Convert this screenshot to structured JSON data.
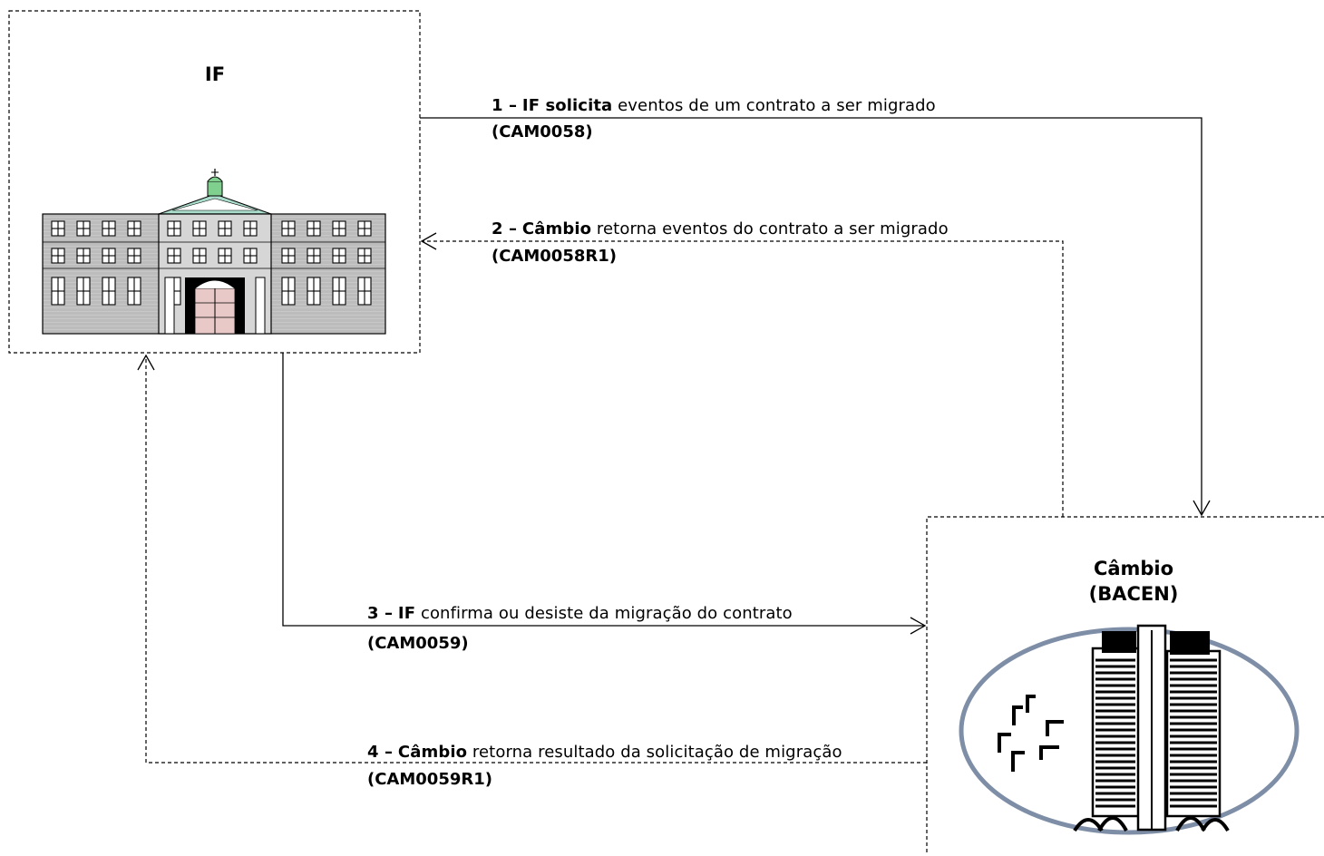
{
  "if_box": {
    "title": "IF",
    "icon": "bank-building-icon"
  },
  "cambio_box": {
    "title_line1": "Câmbio",
    "title_line2": "(BACEN)",
    "icon": "central-bank-tower-icon"
  },
  "messages": [
    {
      "step": "1 –",
      "actor": "IF solicita",
      "text": "eventos de um contrato a ser migrado",
      "code": "(CAM0058)"
    },
    {
      "step": "2 –",
      "actor": "Câmbio",
      "text": "retorna eventos do contrato a ser migrado",
      "code": "(CAM0058R1)"
    },
    {
      "step": "3 –",
      "actor": "IF",
      "text": "confirma ou desiste da migração do contrato",
      "code": "(CAM0059)"
    },
    {
      "step": "4 –",
      "actor": "Câmbio",
      "text": "retorna resultado da solicitação de migração",
      "code": "(CAM0059R1)"
    }
  ]
}
